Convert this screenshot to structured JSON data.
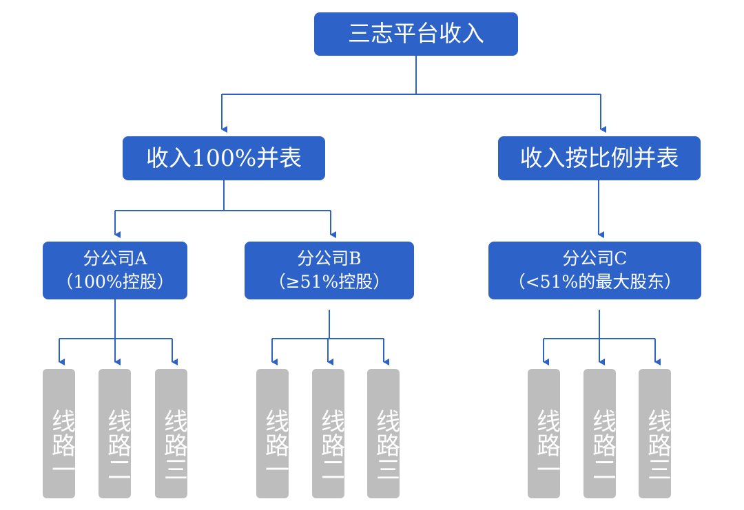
{
  "diagram": {
    "root": {
      "label": "三志平台收入"
    },
    "branches": [
      {
        "label": "收入100%并表",
        "companies": [
          {
            "name": "分公司A",
            "note": "（100%控股）",
            "lines": [
              "线路一",
              "线路二",
              "线路三"
            ]
          },
          {
            "name": "分公司B",
            "note": "（≥51%控股）",
            "lines": [
              "线路一",
              "线路二",
              "线路三"
            ]
          }
        ]
      },
      {
        "label": "收入按比例并表",
        "companies": [
          {
            "name": "分公司C",
            "note": "（<51%的最大股东）",
            "lines": [
              "线路一",
              "线路二",
              "线路三"
            ]
          }
        ]
      }
    ]
  },
  "colors": {
    "node_fill": "#2d62c8",
    "leaf_fill": "#bdbdbd",
    "connector": "#2d62c8"
  }
}
